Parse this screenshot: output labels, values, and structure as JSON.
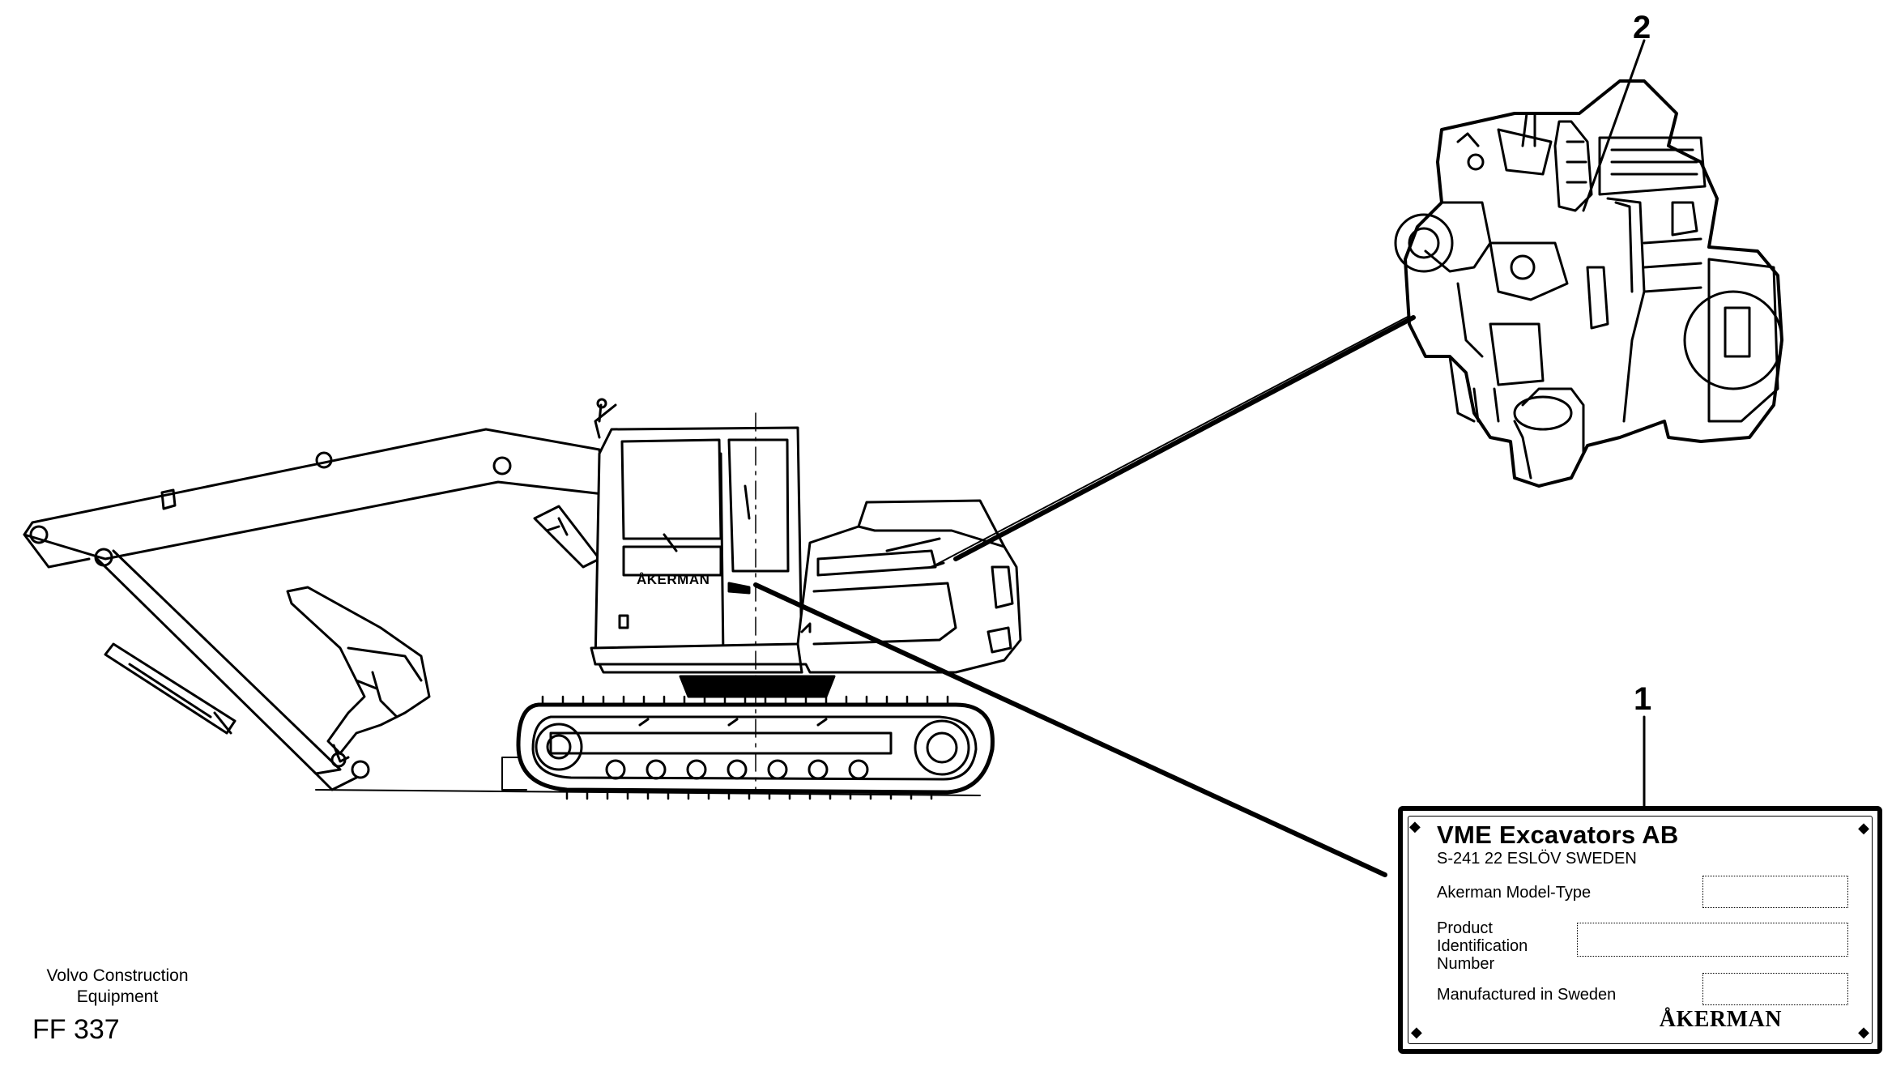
{
  "callouts": {
    "label_1": "1",
    "label_2": "2"
  },
  "excavator": {
    "cab_brand": "ÅKERMAN"
  },
  "plate": {
    "company": "VME Excavators AB",
    "address": "S-241 22 ESLÖV SWEDEN",
    "fields": [
      {
        "label": "Akerman Model-Type",
        "value": ""
      },
      {
        "label": "Product Identification Number",
        "line1": "Product",
        "line2": "Identification",
        "line3": "Number",
        "value": ""
      },
      {
        "label": "Manufactured in Sweden",
        "value": ""
      }
    ],
    "brand": "ÅKERMAN"
  },
  "footer": {
    "company_line1": "Volvo Construction",
    "company_line2": "Equipment",
    "code": "FF 337"
  }
}
